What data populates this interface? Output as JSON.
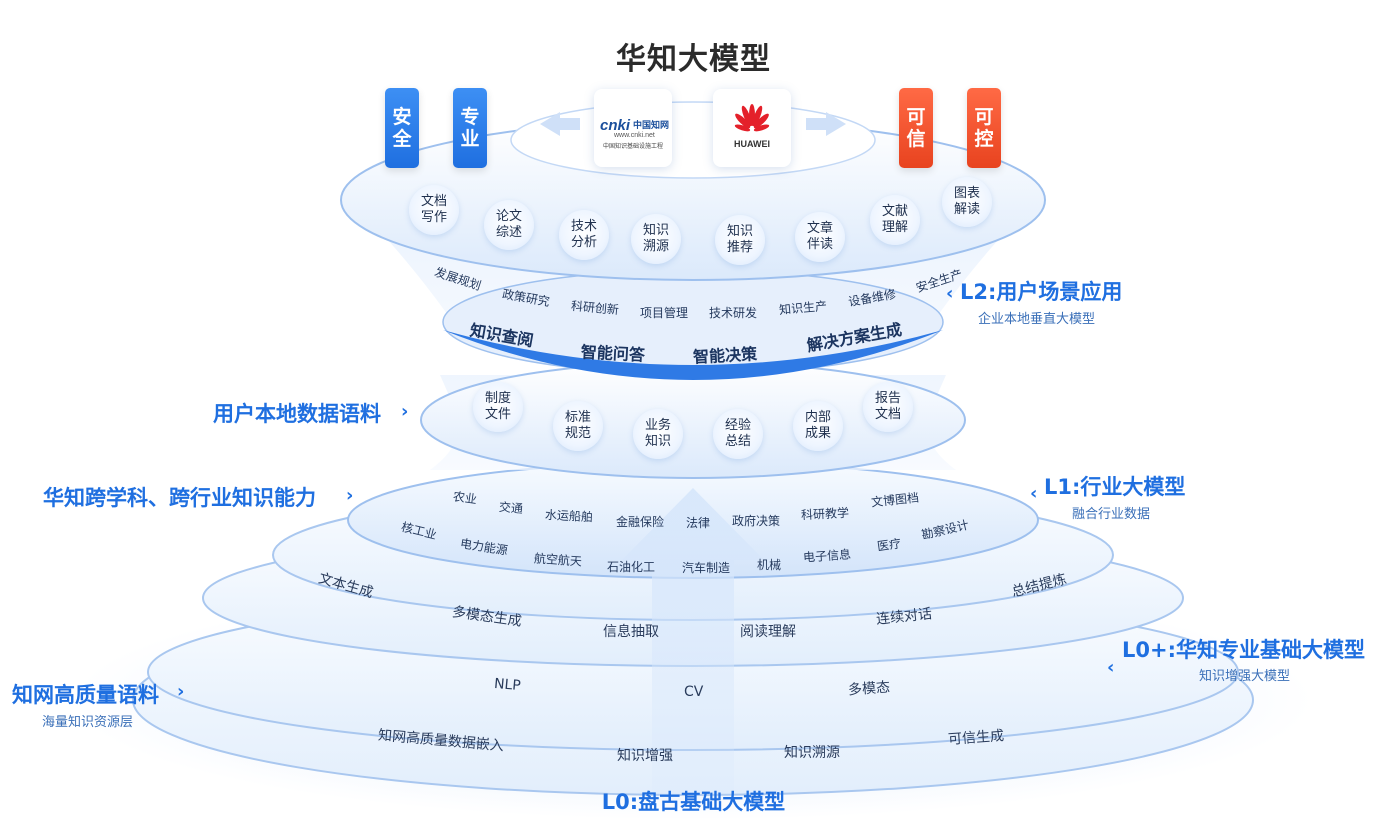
{
  "title": "华知大模型",
  "pills": {
    "left": [
      "安全",
      "专业"
    ],
    "right": [
      "可信",
      "可控"
    ]
  },
  "logos": {
    "cnki_brand": "cnki",
    "cnki_cn": "中国知网",
    "cnki_url": "www.cnki.net",
    "cnki_sub": "中国知识基础设施工程",
    "huawei": "HUAWEI"
  },
  "top_disc_bubbles": [
    "文档写作",
    "论文综述",
    "技术分析",
    "知识溯源",
    "知识推荐",
    "文章伴读",
    "文献理解",
    "图表解读"
  ],
  "top_disc_tags": [
    "发展规划",
    "政策研究",
    "科研创新",
    "项目管理",
    "技术研发",
    "知识生产",
    "设备维修",
    "安全生产"
  ],
  "top_disc_big": [
    "知识查阅",
    "智能问答",
    "智能决策",
    "解决方案生成"
  ],
  "l2": {
    "label": "L2:用户场景应用",
    "sub": "企业本地垂直大模型"
  },
  "middle": {
    "label": "用户本地数据语料",
    "bubbles": [
      "制度文件",
      "标准规范",
      "业务知识",
      "经验总结",
      "内部成果",
      "报告文档"
    ]
  },
  "capability_label": "华知跨学科、跨行业知识能力",
  "l1": {
    "label": "L1:行业大模型",
    "sub": "融合行业数据",
    "row1": [
      "农业",
      "交通",
      "水运船舶",
      "金融保险",
      "法律",
      "政府决策",
      "科研教学",
      "文博图档"
    ],
    "row2": [
      "核工业",
      "电力能源",
      "航空航天",
      "石油化工",
      "汽车制造",
      "机械",
      "电子信息",
      "医疗",
      "勘察设计"
    ]
  },
  "l0plus": {
    "label": "L0+:华知专业基础大模型",
    "sub": "知识增强大模型",
    "row1": [
      "文本生成",
      "多模态生成",
      "信息抽取",
      "阅读理解",
      "连续对话",
      "总结提炼"
    ],
    "row2": [
      "NLP",
      "CV",
      "多模态"
    ]
  },
  "corpus": {
    "label": "知网高质量语料",
    "sub": "海量知识资源层"
  },
  "l0": {
    "label": "L0:盘古基础大模型",
    "row": [
      "知网高质量数据嵌入",
      "知识增强",
      "知识溯源",
      "可信生成"
    ]
  },
  "colors": {
    "accent": "#1f6fe0",
    "orange": "#f0542b",
    "huawei_red": "#e4202a"
  }
}
